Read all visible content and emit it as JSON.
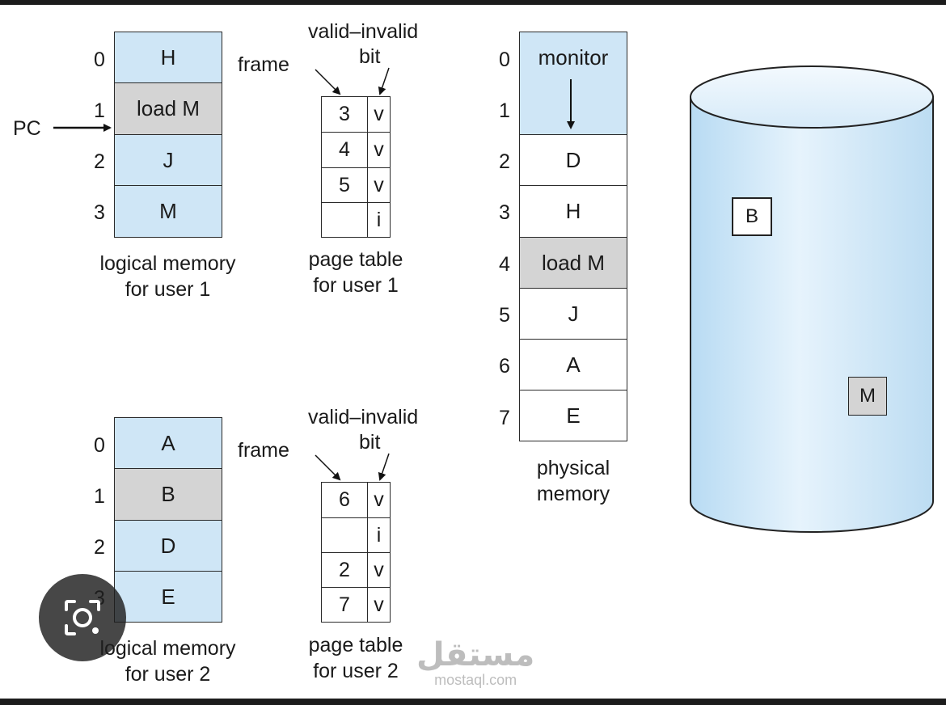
{
  "user1": {
    "logical": [
      {
        "index": "0",
        "label": "H",
        "fill": "blue"
      },
      {
        "index": "1",
        "label": "load M",
        "fill": "gray"
      },
      {
        "index": "2",
        "label": "J",
        "fill": "blue"
      },
      {
        "index": "3",
        "label": "M",
        "fill": "blue"
      }
    ],
    "pc_label": "PC",
    "logical_caption_1": "logical memory",
    "logical_caption_2": "for user 1",
    "page_table": [
      {
        "frame": "3",
        "bit": "v"
      },
      {
        "frame": "4",
        "bit": "v"
      },
      {
        "frame": "5",
        "bit": "v"
      },
      {
        "frame": "",
        "bit": "i"
      }
    ],
    "frame_label": "frame",
    "vi_label_1": "valid–invalid",
    "vi_label_2": "bit",
    "pt_caption_1": "page table",
    "pt_caption_2": "for user 1"
  },
  "user2": {
    "logical": [
      {
        "index": "0",
        "label": "A",
        "fill": "blue"
      },
      {
        "index": "1",
        "label": "B",
        "fill": "gray"
      },
      {
        "index": "2",
        "label": "D",
        "fill": "blue"
      },
      {
        "index": "3",
        "label": "E",
        "fill": "blue"
      }
    ],
    "logical_caption_1": "logical memory",
    "logical_caption_2": "for user 2",
    "page_table": [
      {
        "frame": "6",
        "bit": "v"
      },
      {
        "frame": "",
        "bit": "i"
      },
      {
        "frame": "2",
        "bit": "v"
      },
      {
        "frame": "7",
        "bit": "v"
      }
    ],
    "frame_label": "frame",
    "vi_label_1": "valid–invalid",
    "vi_label_2": "bit",
    "pt_caption_1": "page table",
    "pt_caption_2": "for user 2"
  },
  "physical": {
    "frames": [
      {
        "index": "0",
        "label": "monitor",
        "fill": "blue"
      },
      {
        "index": "1",
        "label": "",
        "fill": "blue"
      },
      {
        "index": "2",
        "label": "D",
        "fill": "white"
      },
      {
        "index": "3",
        "label": "H",
        "fill": "white"
      },
      {
        "index": "4",
        "label": "load M",
        "fill": "gray"
      },
      {
        "index": "5",
        "label": "J",
        "fill": "white"
      },
      {
        "index": "6",
        "label": "A",
        "fill": "white"
      },
      {
        "index": "7",
        "label": "E",
        "fill": "white"
      }
    ],
    "caption_1": "physical",
    "caption_2": "memory"
  },
  "disk": {
    "items": [
      {
        "label": "B",
        "fill": "white"
      },
      {
        "label": "M",
        "fill": "gray"
      }
    ]
  },
  "overlay": {
    "lens_icon": "camera-lens-icon",
    "watermark_arabic": "مستقل",
    "watermark_url": "mostaql.com"
  },
  "colors": {
    "blue": "#cfe6f6",
    "gray": "#d4d4d4",
    "white": "#ffffff"
  }
}
